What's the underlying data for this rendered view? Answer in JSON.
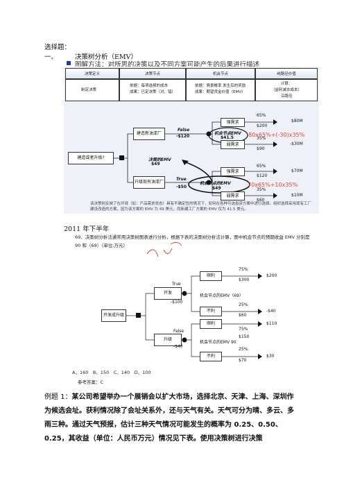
{
  "heading": "选择题：",
  "section": {
    "number": "一、",
    "title": "决策树分析（EMV）"
  },
  "method": "图解方法：对所思的决策以及不同方案可能产生的后果进行描述",
  "table1": {
    "headers": [
      "决策定义",
      "决策节点",
      "机会节点",
      "纯路径价值"
    ],
    "row": [
      "制定决策",
      "依据：每项选择的成本\n成果：已定决策（对、错）",
      "依据：情景概率 发生后的奖励\n成果：期望货金价值（EMV）",
      "计算：\n（益利减去成本）\n沿路径"
    ]
  },
  "tree1": {
    "root": "建造或者升级?",
    "build": "建造新油漆厂",
    "upgrade": "升级现有油漆厂",
    "false_label": "False",
    "false_cost": "-$120",
    "true_label": "True",
    "true_cost": "-$50",
    "decision_emv": "决策的EMV",
    "decision_value": "$49",
    "chance1_title": "机会节点EMV",
    "chance1_value": "$41.5",
    "chance2_title": "机会节点的EMV",
    "chance2_value": "$49",
    "strong": "强需求",
    "weak": "弱需求",
    "p1": "65%",
    "v1": "$200",
    "r1": "$80M",
    "p2": "35%",
    "v2": "$90",
    "r2": "-$30M",
    "p3": "65%",
    "v3": "$120",
    "r3": "$70M",
    "p4": "35%",
    "v4": "$60",
    "r4": "$10M",
    "calc1": "80x65%+(-30)x35%",
    "calc2": "70x65%+10x35%",
    "note": "该决策树反映了在环境（如：产品需求状态）具有不确定性的情况下，如何在各种可选投资方案中进行选择。组织选择采用现有工厂建设改造的方案，因为该方案的 EMV 为 49 美元，而新建工厂方案的 EMV 仅为 41.5 美元。"
  },
  "year": "2011 年下半年",
  "question": "69、决策树分析法通常用决策树图表进行分析，根据下表的决策树分析法计算，图中机会节点的预期收益 EMV 分别是 90 和（69）（单位:万元）",
  "tree2": {
    "root": "开发成升级",
    "develop": "开发",
    "upgrade": "升级",
    "true_label": "True",
    "true_cost": "-$100",
    "false_label": "False",
    "false_cost": "-$40",
    "chance1": "机会节点的EMV（69）",
    "chance2": "机会节点的EMV 90",
    "good": "顺利",
    "bad": "不利",
    "p1": "75%",
    "v1": "$300",
    "r1": "$200",
    "p2": "25%",
    "v2": "$60",
    "r2": "-$40",
    "p3": "75%",
    "v3": "$150",
    "r3": "$110",
    "p4": "25%",
    "v4": "$70",
    "r4": "$30"
  },
  "options": "A、160　B、150　C、140　D、100",
  "answer": "参考答案：C",
  "example_label": "例题 1：",
  "example_text": "某公司希望举办一个展销会以扩大市场，选择北京、天津、上海、深圳作为候选会址。获利情况除了会址关系外，还与天气有关。天气可分为晴、多云、多雨三种。通过天气预报，估计三种天气情况可能发生的概率为 0.25、0.50、0.25，其收益（单位：人民币万元）情况见下表。使用决策树进行决策"
}
